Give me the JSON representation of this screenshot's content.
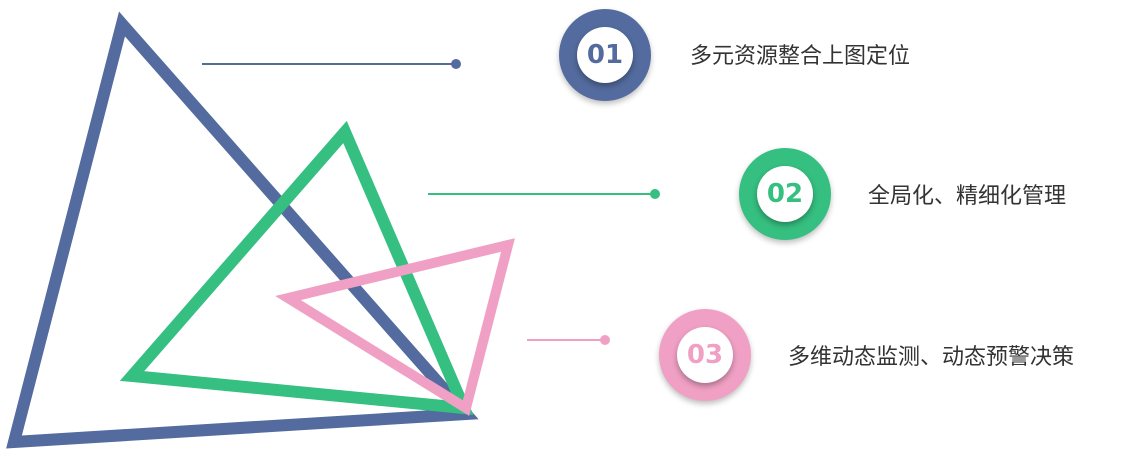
{
  "colors": {
    "blue": "#536b9e",
    "green": "#35bf80",
    "pink": "#f0a0c4"
  },
  "items": [
    {
      "number": "01",
      "text": "多元资源整合上图定位"
    },
    {
      "number": "02",
      "text": "全局化、精细化管理"
    },
    {
      "number": "03",
      "text": "多维动态监测、动态预警决策"
    }
  ]
}
